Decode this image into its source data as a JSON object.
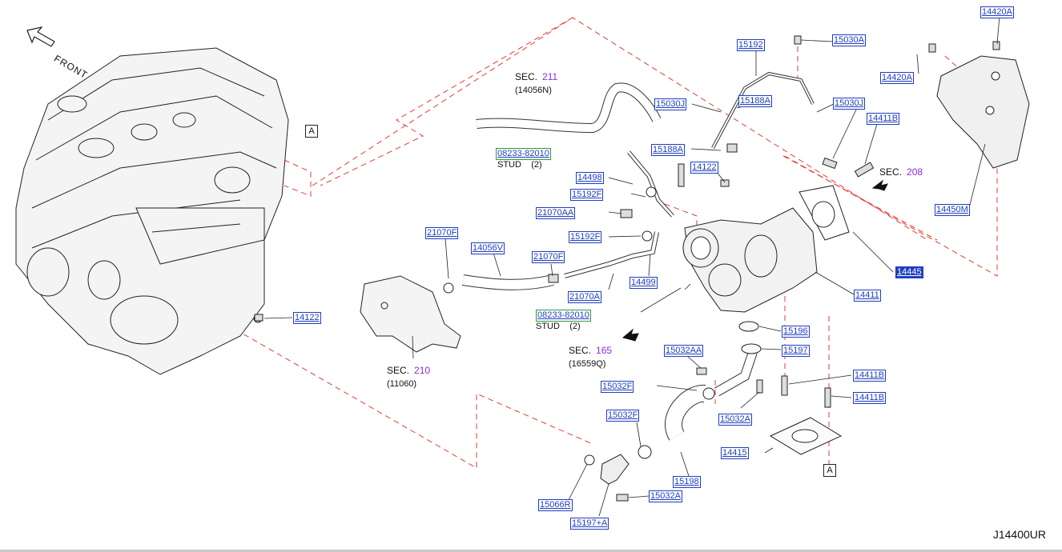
{
  "front_label": "FRONT",
  "diagram_id": "J14400UR",
  "ref_marks": [
    "A",
    "A"
  ],
  "sections": [
    {
      "prefix": "SEC.",
      "num": "211",
      "sub": "(14056N)"
    },
    {
      "prefix": "SEC.",
      "num": "208",
      "sub": ""
    },
    {
      "prefix": "SEC.",
      "num": "210",
      "sub": "(11060)"
    },
    {
      "prefix": "SEC.",
      "num": "165",
      "sub": "(16559Q)"
    }
  ],
  "studs": [
    {
      "code": "08233-82010",
      "desc": "STUD",
      "qty": "(2)"
    },
    {
      "code": "08233-82010",
      "desc": "STUD",
      "qty": "(2)"
    }
  ],
  "parts": [
    "14420A",
    "15030A",
    "15192",
    "14420A",
    "15030J",
    "15188A",
    "15030J",
    "14411B",
    "15188A",
    "14122",
    "14498",
    "15192F",
    "21070AA",
    "15192F",
    "21070F",
    "14056V",
    "21070F",
    "14499",
    "21070A",
    "14445",
    "14411",
    "14450M",
    "14122",
    "15196",
    "15032AA",
    "15197",
    "15032F",
    "14411B",
    "14411B",
    "15032A",
    "15032F",
    "14415",
    "15198",
    "15066R",
    "15032A",
    "15197+A"
  ],
  "colors": {
    "part_link": "#1f3fbf",
    "selected_bg": "#1f3fbf",
    "stud_border": "#2e9a3a",
    "sec_number": "#8a2be2",
    "leader_dash": "#e23b3b"
  }
}
